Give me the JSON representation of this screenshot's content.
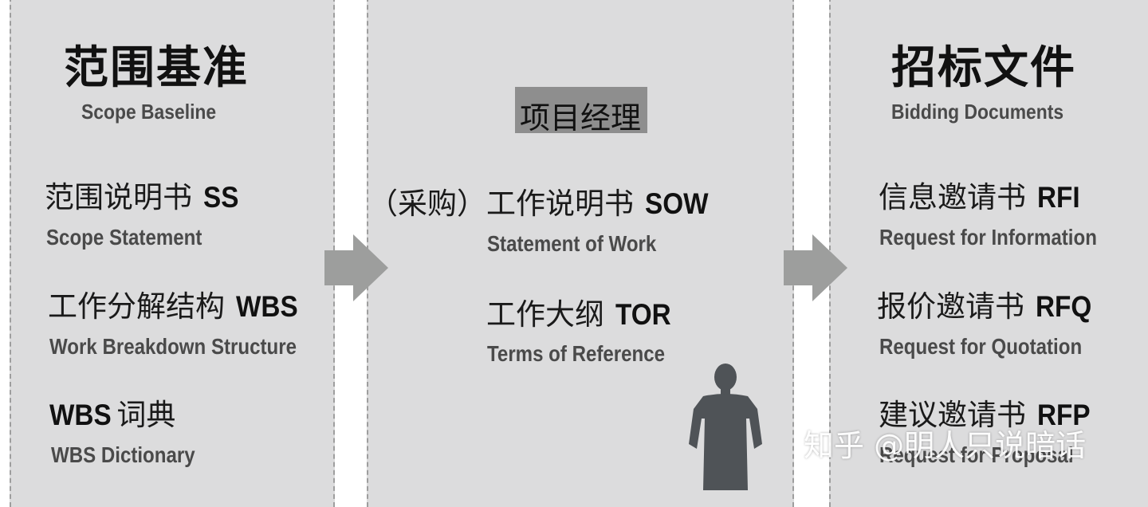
{
  "left_column": {
    "title": "范围基准",
    "subtitle": "Scope Baseline",
    "items": [
      {
        "zh": "范围说明书",
        "abbr": "SS",
        "en": "Scope Statement"
      },
      {
        "zh": "工作分解结构",
        "abbr": "WBS",
        "en": "Work Breakdown Structure"
      },
      {
        "abbr": "WBS",
        "zh": "词典",
        "en": "WBS Dictionary"
      }
    ]
  },
  "middle_column": {
    "role_label": "项目经理",
    "items": [
      {
        "prefix": "（采购）",
        "zh": "工作说明书",
        "abbr": "SOW",
        "en": "Statement of Work"
      },
      {
        "zh": "工作大纲",
        "abbr": "TOR",
        "en": "Terms of Reference"
      }
    ]
  },
  "right_column": {
    "title": "招标文件",
    "subtitle": "Bidding Documents",
    "items": [
      {
        "zh": "信息邀请书",
        "abbr": "RFI",
        "en": "Request for Information"
      },
      {
        "zh": "报价邀请书",
        "abbr": "RFQ",
        "en": "Request for Quotation"
      },
      {
        "zh": "建议邀请书",
        "abbr": "RFP",
        "en": "Request for Proposal"
      }
    ]
  },
  "watermark": "知乎 @明人只说暗话",
  "icons": [
    "arrow-right-icon",
    "arrow-right-icon",
    "person-silhouette-icon"
  ],
  "colors": {
    "panel": "#dcdcdd",
    "arrow": "#9d9e9d",
    "silhouette": "#4f5357",
    "highlight": "#8e8e8e"
  }
}
